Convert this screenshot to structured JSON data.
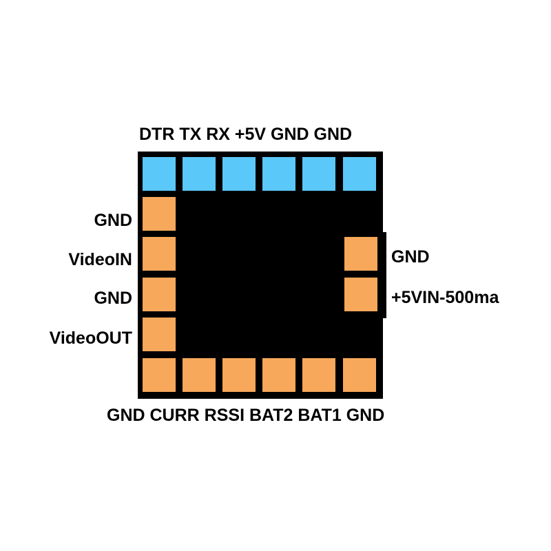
{
  "colors": {
    "board": "#000000",
    "header_pad": "#5ac8f8",
    "signal_pad": "#f8a85a",
    "background": "#ffffff"
  },
  "top_header": {
    "text": "DTR TX RX +5V GND GND",
    "pins": [
      "DTR",
      "TX",
      "RX",
      "+5V",
      "GND",
      "GND"
    ]
  },
  "bottom_header": {
    "text": "GND CURR RSSI BAT2 BAT1 GND",
    "pins": [
      "GND",
      "CURR",
      "RSSI",
      "BAT2",
      "BAT1",
      "GND"
    ]
  },
  "left_pins": [
    "GND",
    "VideoIN",
    "GND",
    "VideoOUT"
  ],
  "right_pins": [
    "GND",
    "+5VIN-500ma"
  ]
}
